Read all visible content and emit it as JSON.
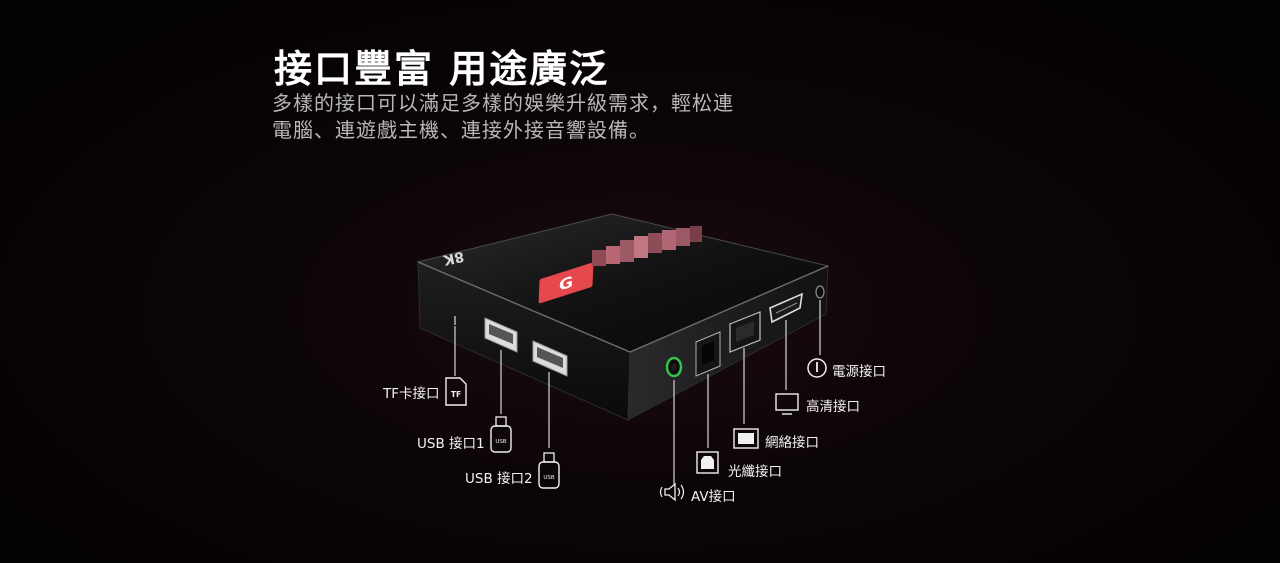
{
  "headline": "接口豐富 用途廣泛",
  "description": {
    "line1": "多樣的接口可以滿足多樣的娛樂升級需求，輕松連",
    "line2": "電腦、連遊戲主機、連接外接音響設備。"
  },
  "device": {
    "badge": "8K",
    "logo_label": "G",
    "accent_color": "#e5484d",
    "av_ring_color": "#34c34a"
  },
  "ports": {
    "tf": "TF卡接口",
    "tf_icon_text": "TF",
    "usb1": "USB 接口1",
    "usb2": "USB 接口2",
    "usb_icon_text": "USB",
    "av": "AV接口",
    "optical": "光纖接口",
    "network": "網絡接口",
    "hdmi": "高清接口",
    "power": "電源接口"
  }
}
